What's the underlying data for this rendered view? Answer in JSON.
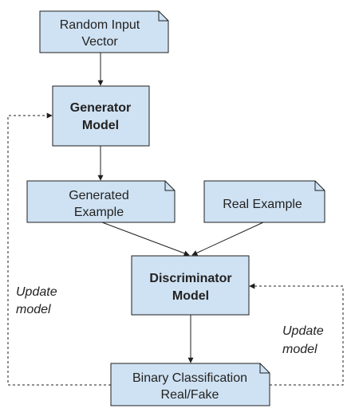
{
  "colors": {
    "node_fill": "#cfe2f3",
    "node_stroke": "#1f1f1f",
    "edge": "#1f1f1f",
    "text": "#222222"
  },
  "nodes": {
    "random_input": {
      "line1": "Random Input",
      "line2": "Vector"
    },
    "generator": {
      "line1": "Generator",
      "line2": "Model"
    },
    "generated_example": {
      "line1": "Generated",
      "line2": "Example"
    },
    "real_example": {
      "line1": "Real Example"
    },
    "discriminator": {
      "line1": "Discriminator",
      "line2": "Model"
    },
    "binary_classification": {
      "line1": "Binary Classification",
      "line2": "Real/Fake"
    }
  },
  "edge_labels": {
    "update_generator": {
      "line1": "Update",
      "line2": "model"
    },
    "update_discriminator": {
      "line1": "Update",
      "line2": "model"
    }
  }
}
